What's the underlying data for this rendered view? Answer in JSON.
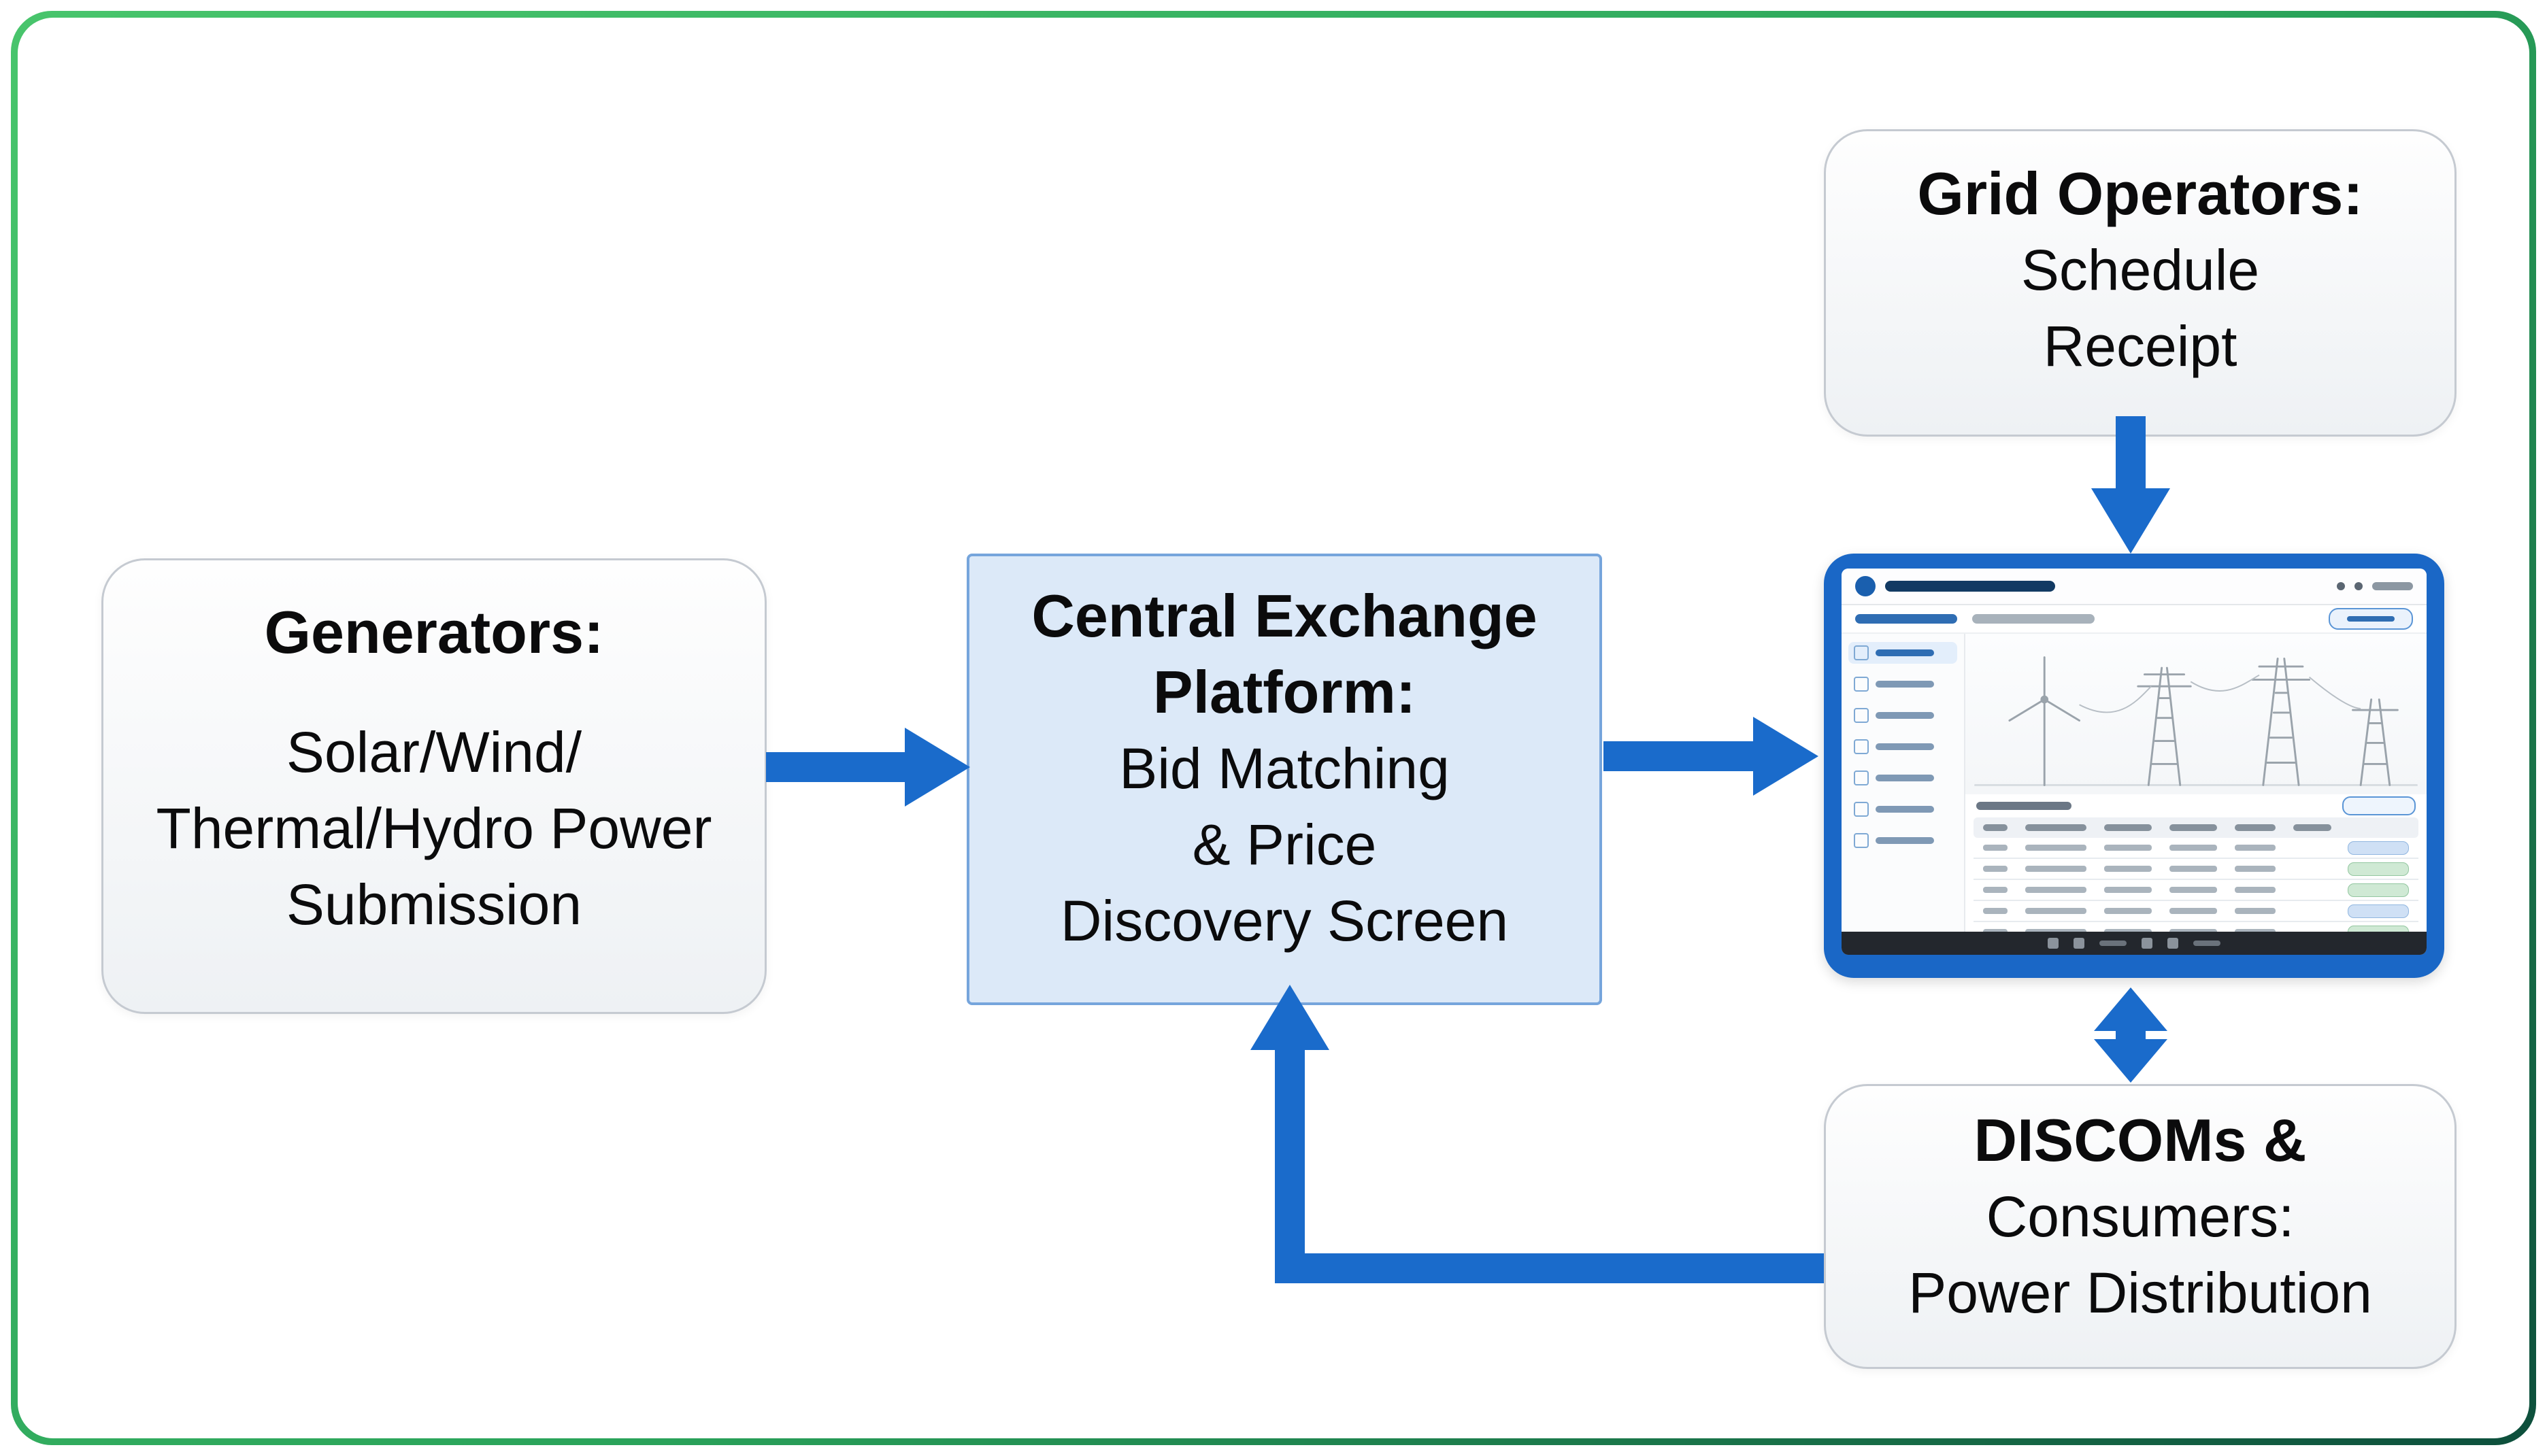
{
  "diagram": {
    "generators": {
      "title": "Generators:",
      "line1": "Solar/Wind/",
      "line2": "Thermal/Hydro Power",
      "line3": "Submission"
    },
    "central": {
      "title1": "Central Exchange",
      "title2": "Platform:",
      "line1": "Bid Matching",
      "line2": "& Price",
      "line3": "Discovery Screen"
    },
    "grid_operators": {
      "title": "Grid Operators:",
      "line1": "Schedule",
      "line2": "Receipt"
    },
    "discoms": {
      "title": "DISCOMs &",
      "line1": "Consumers:",
      "line2": "Power Distribution"
    }
  },
  "colors": {
    "arrow_blue": "#1a6bcb",
    "central_fill": "#dce9f8",
    "central_border": "#76a5dc",
    "tablet_frame": "#1a67c6",
    "frame_border_start": "#48c56c",
    "frame_border_end": "#0d4f3c",
    "box_border": "#c5cad1"
  }
}
